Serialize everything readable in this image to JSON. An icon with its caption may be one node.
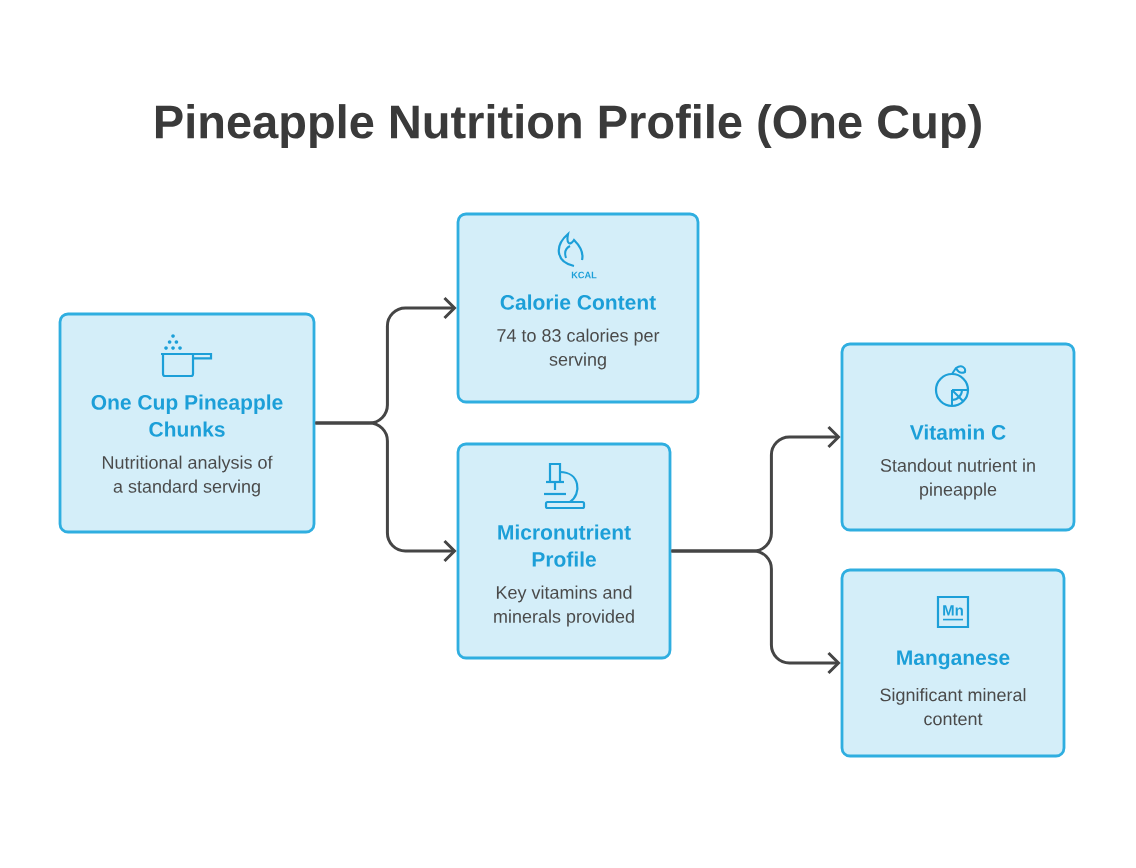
{
  "diagram": {
    "title": "Pineapple Nutrition Profile (One Cup)",
    "nodes": [
      {
        "text": [
          "One Cup Pineapple Chunks",
          "Nutritional analysis of a standard serving"
        ]
      },
      {
        "text": [
          "Calorie Content",
          "74 to 83 calories per serving"
        ]
      },
      {
        "text": [
          "Micronutrient Profile",
          "Key vitamins and minerals provided"
        ]
      },
      {
        "text": [
          "Vitamin C",
          "Standout nutrient in pineapple"
        ]
      },
      {
        "text": [
          "Manganese",
          "Significant mineral content"
        ]
      }
    ],
    "edges": [
      {
        "from": 0,
        "to": 1,
        "arrow": "to"
      },
      {
        "from": 0,
        "to": 2,
        "arrow": "to"
      },
      {
        "from": 2,
        "to": 3,
        "arrow": "to"
      },
      {
        "from": 2,
        "to": 4,
        "arrow": "to"
      }
    ],
    "labels": [
      "KCAL",
      "Mn"
    ]
  }
}
